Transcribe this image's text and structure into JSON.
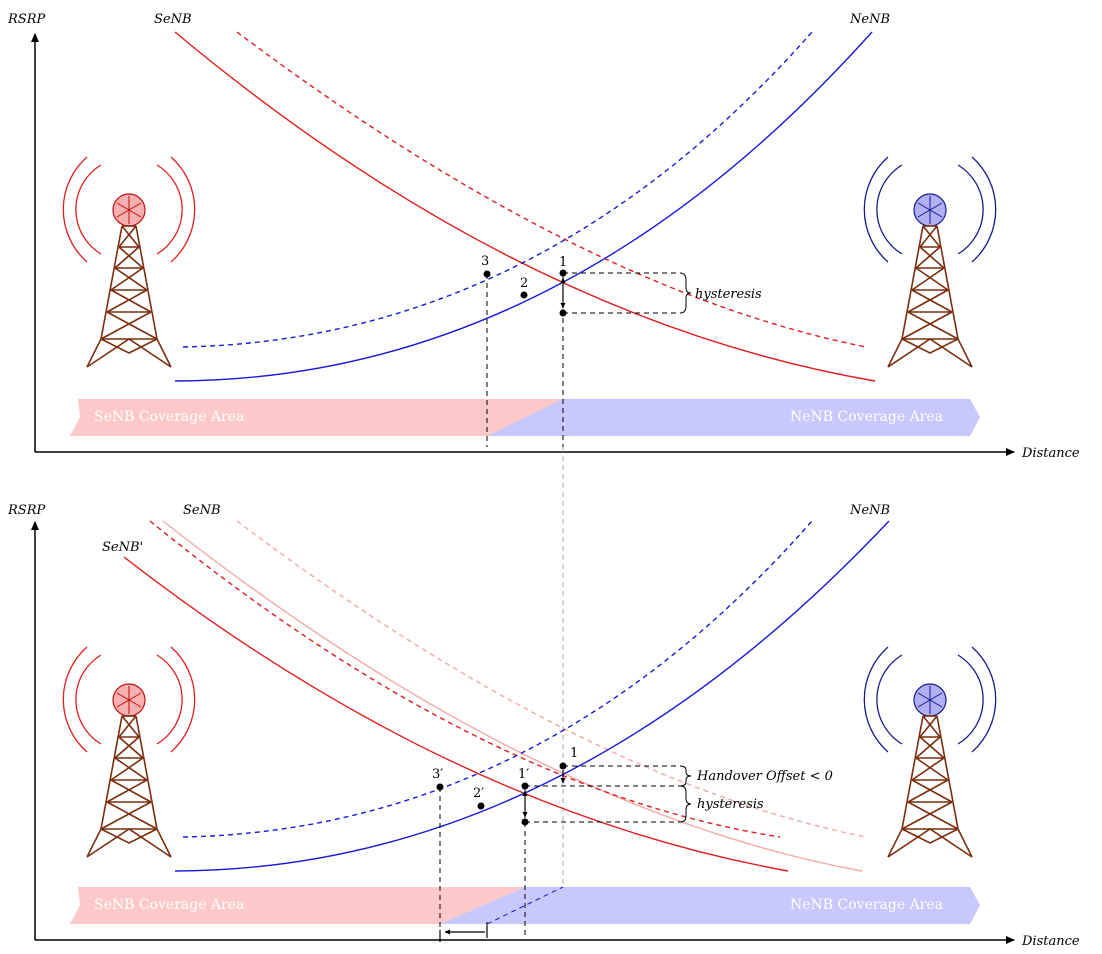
{
  "top_panel": {
    "y_axis_label": "RSRP",
    "x_axis_label": "Distance",
    "senb_label": "SeNB",
    "nenb_label": "NeNB",
    "point_labels": [
      "1",
      "2",
      "3"
    ],
    "hysteresis_label": "hysteresis",
    "senb_coverage": "SeNB Coverage Area",
    "nenb_coverage": "NeNB Coverage Area"
  },
  "bottom_panel": {
    "y_axis_label": "RSRP",
    "x_axis_label": "Distance",
    "senb_label": "SeNB",
    "senb_prime_label": "SeNB'",
    "nenb_label": "NeNB",
    "point_labels": [
      "1",
      "1′",
      "2′",
      "3′"
    ],
    "handover_offset_label": "Handover Offset < 0",
    "hysteresis_label": "hysteresis",
    "senb_coverage": "SeNB Coverage Area",
    "nenb_coverage": "NeNB Coverage Area"
  },
  "colors": {
    "senb": "#e11d1d",
    "senb_faded": "#f4a8a8",
    "nenb": "#1a1ad6",
    "tower": "#7a2e0e",
    "senb_area": "#fcc8c8",
    "nenb_area": "#c8c8fc"
  }
}
